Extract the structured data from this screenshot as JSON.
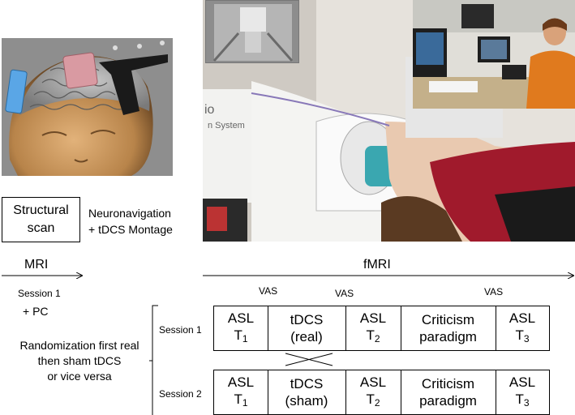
{
  "structural_box": {
    "line1": "Structural",
    "line2": "scan"
  },
  "neuronav": {
    "line1": "Neuronavigation",
    "line2": "+ tDCS Montage"
  },
  "mri_label": "MRI",
  "fmri_label": "fMRI",
  "session1_top": "Session 1",
  "pc_label": "+ PC",
  "randomization": {
    "line1": "Randomization first real",
    "line2": "then sham tDCS",
    "line3": "or vice versa"
  },
  "vas": [
    "VAS",
    "VAS",
    "VAS"
  ],
  "sessions": [
    {
      "label": "Session 1",
      "cells": [
        {
          "l1": "ASL",
          "l2": "T",
          "sub": "1"
        },
        {
          "l1": "tDCS",
          "l2": "(real)",
          "sub": ""
        },
        {
          "l1": "ASL",
          "l2": "T",
          "sub": "2"
        },
        {
          "l1": "Criticism",
          "l2": "paradigm",
          "sub": ""
        },
        {
          "l1": "ASL",
          "l2": "T",
          "sub": "3"
        }
      ]
    },
    {
      "label": "Session 2",
      "cells": [
        {
          "l1": "ASL",
          "l2": "T",
          "sub": "1"
        },
        {
          "l1": "tDCS",
          "l2": "(sham)",
          "sub": ""
        },
        {
          "l1": "ASL",
          "l2": "T",
          "sub": "2"
        },
        {
          "l1": "Criticism",
          "l2": "paradigm",
          "sub": ""
        },
        {
          "l1": "ASL",
          "l2": "T",
          "sub": "3"
        }
      ]
    }
  ],
  "scanner_text": "io",
  "scanner_text2": "n System"
}
